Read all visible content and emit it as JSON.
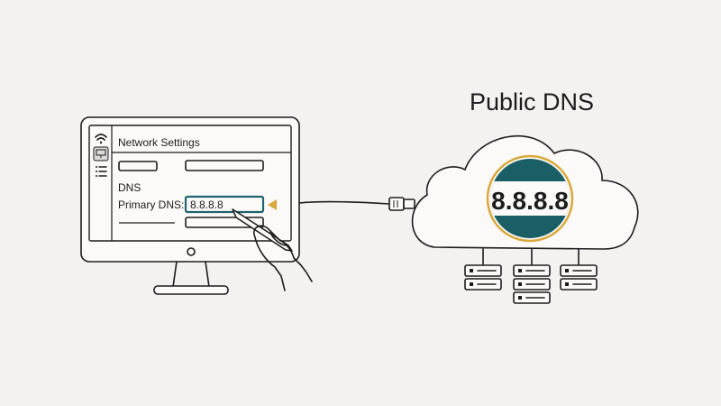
{
  "cloud": {
    "title": "Public DNS",
    "badge_text": "8.8.8.8"
  },
  "monitor": {
    "window_title": "Network Settings",
    "section_label": "DNS",
    "primary_dns_label": "Primary DNS:",
    "primary_dns_value": "8.8.8.8"
  },
  "colors": {
    "background": "#f4f2ef",
    "ink": "#1c1c1c",
    "highlight_border": "#1f6470",
    "badge_band": "#1a5f66",
    "badge_ring": "#d8a93a",
    "pointer_arrow": "#d8a93a"
  },
  "icons": {
    "sidebar": [
      "wifi-icon",
      "monitor-icon",
      "list-icon"
    ],
    "pointer": "triangle-pointer-icon",
    "hand": "hand-with-pen-icon",
    "servers": [
      "server-icon",
      "server-icon",
      "server-icon"
    ]
  }
}
